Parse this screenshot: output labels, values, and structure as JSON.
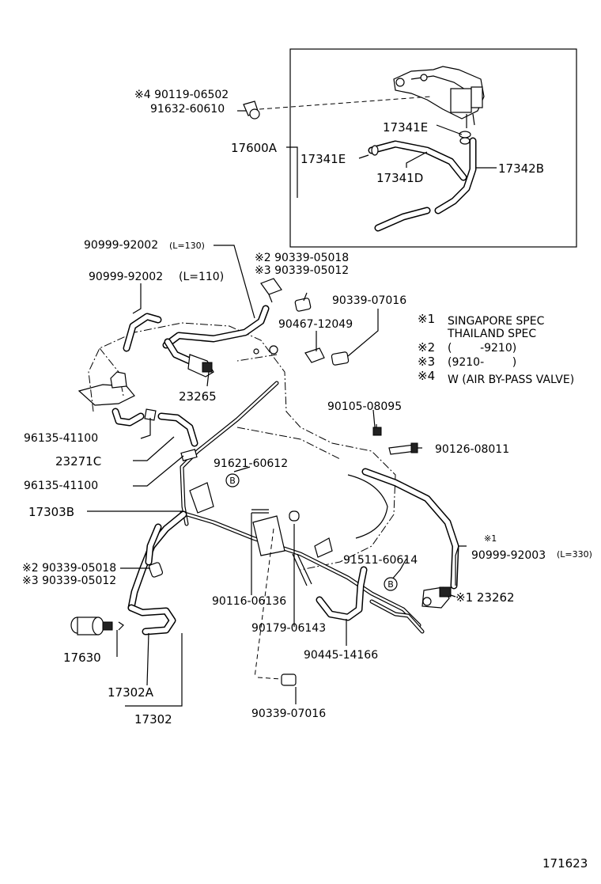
{
  "figure_number": "171623",
  "legend": [
    {
      "mark": "※1",
      "text": "SINGAPORE SPEC"
    },
    {
      "mark": "",
      "text": "THAILAND SPEC"
    },
    {
      "mark": "※2",
      "text": "(        -9210)"
    },
    {
      "mark": "※3",
      "text": "(9210-        )"
    },
    {
      "mark": "※4",
      "text": "W (AIR BY-PASS VALVE)"
    }
  ],
  "callouts": {
    "p1a": "※4 90119-06502",
    "p1b": "91632-60610",
    "p2": "17341E",
    "p3": "17600A",
    "p4": "17341E",
    "p5": "17341D",
    "p6": "17342B",
    "p7a": "90999-92002",
    "p7b": "(L=130)",
    "p8a": "※2 90339-05018",
    "p8b": "※3 90339-05012",
    "p9a": "90999-92002",
    "p9b": "(L=110)",
    "p10": "90339-07016",
    "p11": "90467-12049",
    "p12": "23265",
    "p13": "90105-08095",
    "p14": "96135-41100",
    "p15": "90126-08011",
    "p16": "23271C",
    "p17": "91621-60612",
    "p18": "96135-41100",
    "p19": "17303B",
    "p20a": "※1",
    "p20b": "90999-92003",
    "p20c": "(L=330)",
    "p21": "91511-60614",
    "p22a": "※2 90339-05018",
    "p22b": "※3 90339-05012",
    "p23": "※1 23262",
    "p24": "90116-06136",
    "p25": "90179-06143",
    "p26": "17630",
    "p27": "90445-14166",
    "p28": "17302A",
    "p29": "17302",
    "p30": "90339-07016",
    "b1": "B",
    "b2": "B"
  }
}
